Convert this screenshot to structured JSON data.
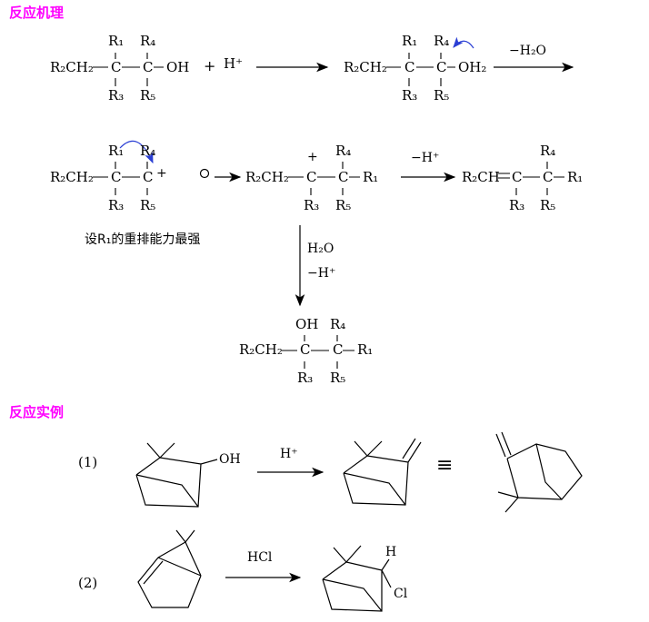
{
  "colors": {
    "header_accent": "#ff00ff",
    "curved_arrow": "#2b3fd4",
    "ink": "#000000",
    "background": "#ffffff"
  },
  "headers": {
    "mechanism": "反应机理",
    "examples": "反应实例"
  },
  "mechanism": {
    "row1": {
      "left": {
        "r1": "R₁",
        "r4": "R₄",
        "chain": "R₂CH₂",
        "c1": "C",
        "c2": "C",
        "oh": "OH",
        "r3": "R₃",
        "r5": "R₅"
      },
      "plus": "+",
      "proton": "H⁺",
      "right": {
        "r1": "R₁",
        "r4": "R₄",
        "chain": "R₂CH₂",
        "c1": "C",
        "c2": "C",
        "oh2": "OH₂",
        "r3": "R₃",
        "r5": "R₅"
      },
      "arrow_label": "−H₂O"
    },
    "row2": {
      "cation1": {
        "r1": "R₁",
        "r4": "R₄",
        "chain": "R₂CH₂",
        "c1": "C",
        "c2": "C",
        "plus": "+",
        "r3": "R₃",
        "r5": "R₅"
      },
      "cation2": {
        "plus": "+",
        "r4": "R₄",
        "chain": "R₂CH₂",
        "c1": "C",
        "c2": "C",
        "r1": "R₁",
        "r3": "R₃",
        "r5": "R₅"
      },
      "arrow_label": "−H⁺",
      "alkene": {
        "r4": "R₄",
        "chain": "R₂CH",
        "c1": "C",
        "c2": "C",
        "r1": "R₁",
        "r3": "R₃",
        "r5": "R₅"
      }
    },
    "note": "设R₁的重排能力最强",
    "down_arrow": {
      "label_top": "H₂O",
      "label_bottom": "−H⁺"
    },
    "alcohol": {
      "oh": "OH",
      "r4": "R₄",
      "chain": "R₂CH₂",
      "c1": "C",
      "c2": "C",
      "r1": "R₁",
      "r3": "R₃",
      "r5": "R₅"
    }
  },
  "examples": {
    "one": {
      "number": "(1)",
      "oh": "OH",
      "arrow_label": "H⁺",
      "equivalence": "≡"
    },
    "two": {
      "number": "(2)",
      "arrow_label": "HCl",
      "h": "H",
      "cl": "Cl"
    }
  }
}
